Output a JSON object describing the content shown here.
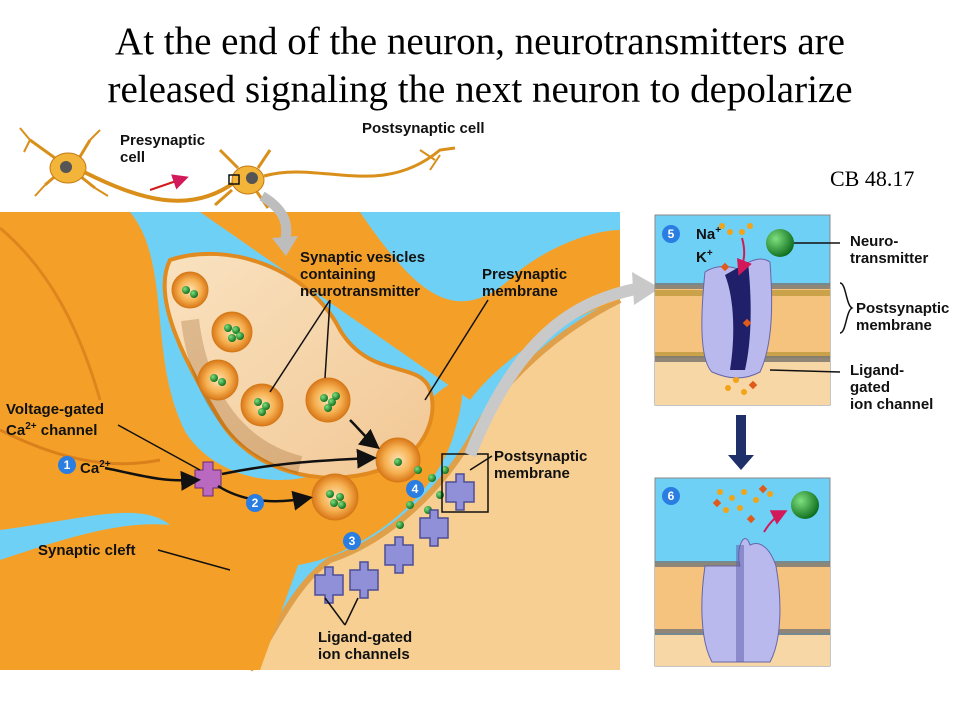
{
  "title": {
    "line1": "At the end of the neuron, neurotransmitters are",
    "line2": "released signaling the next neuron to depolarize"
  },
  "reference": "CB 48.17",
  "labels": {
    "presynaptic_cell_1": "Presynaptic",
    "presynaptic_cell_2": "cell",
    "postsynaptic_cell": "Postsynaptic cell",
    "vesicles_1": "Synaptic vesicles",
    "vesicles_2": "containing",
    "vesicles_3": "neurotransmitter",
    "presyn_membrane_1": "Presynaptic",
    "presyn_membrane_2": "membrane",
    "voltage_gated_1": "Voltage-gated",
    "voltage_gated_2a": "Ca",
    "voltage_gated_2sup": "2+",
    "voltage_gated_2b": " channel",
    "ca_ion": "Ca",
    "ca_ion_sup": "2+",
    "postsyn_membrane_1": "Postsynaptic",
    "postsyn_membrane_2": "membrane",
    "synaptic_cleft": "Synaptic cleft",
    "ligand_channels_1": "Ligand-gated",
    "ligand_channels_2": "ion channels",
    "na": "Na",
    "k": "K",
    "plus": "+",
    "neuro_1": "Neuro-",
    "neuro_2": "transmitter",
    "postsyn_mem_r1": "Postsynaptic",
    "postsyn_mem_r2": "membrane",
    "ligand_r1": "Ligand-",
    "ligand_r2": "gated",
    "ligand_r3": "ion channel"
  },
  "steps": [
    "1",
    "2",
    "3",
    "4",
    "5",
    "6"
  ],
  "colors": {
    "fluid": "#6fd0f5",
    "axon": "#f4a028",
    "axon_dark": "#c76b12",
    "postsyn": "#f8cf92",
    "channel": "#8f90d8",
    "transmitter": "#1f8a2e",
    "step_badge": "#2a7de1"
  }
}
